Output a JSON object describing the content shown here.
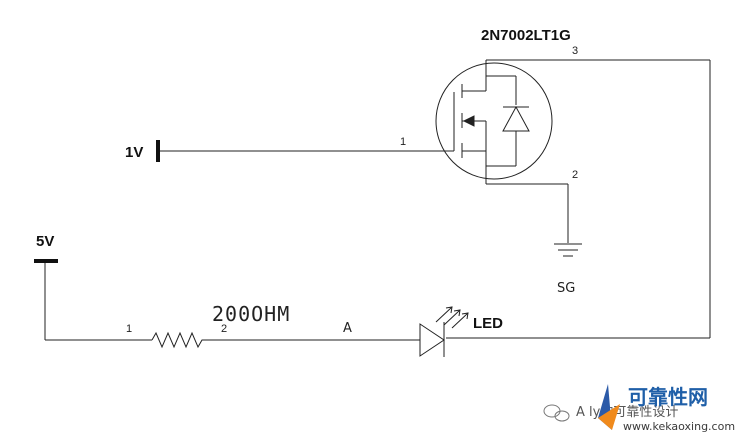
{
  "schematic": {
    "part_number": "2N7002LT1G",
    "gate_voltage": "1V",
    "supply_voltage": "5V",
    "ground_label": "SG",
    "resistor_value": "200OHM",
    "led_label": "LED",
    "node_label": "A",
    "pins": {
      "drain": "3",
      "gate": "1",
      "source": "2",
      "resistor_left": "1",
      "resistor_right": "2"
    }
  },
  "watermark": {
    "text": "A  ly的可靠性设计",
    "site_name": "可靠性网",
    "site_url": "www.kekaoxing.com"
  },
  "colors": {
    "wire": "#222222",
    "site_name": "#1f5fa8",
    "site_url": "#3a3a3a",
    "logo_blue": "#2b5aa8",
    "logo_orange": "#f08a1c"
  }
}
